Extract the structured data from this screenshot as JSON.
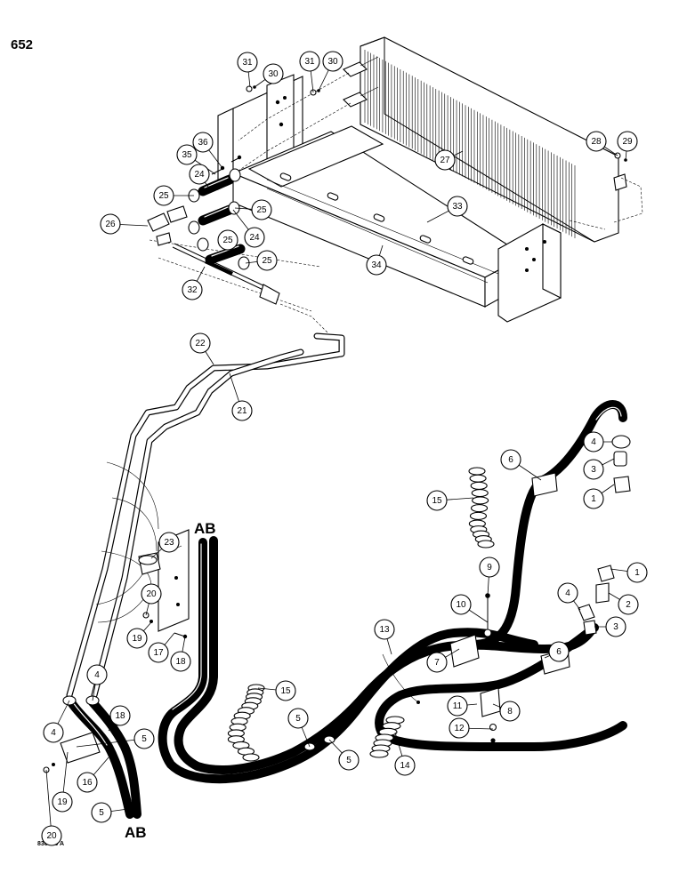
{
  "page": {
    "number": "652",
    "figure_code": "830620 A"
  },
  "hose_labels": {
    "top": "AB",
    "bottom": "AB"
  },
  "callouts": [
    {
      "num": "31",
      "part": "top-left-31"
    },
    {
      "num": "30",
      "part": "top-left-30"
    },
    {
      "num": "31",
      "part": "top-mid-31"
    },
    {
      "num": "30",
      "part": "top-mid-30"
    },
    {
      "num": "28",
      "part": "28"
    },
    {
      "num": "29",
      "part": "29"
    },
    {
      "num": "27",
      "part": "27"
    },
    {
      "num": "36",
      "part": "36"
    },
    {
      "num": "35",
      "part": "35"
    },
    {
      "num": "24",
      "part": "24-upper"
    },
    {
      "num": "25",
      "part": "25-left"
    },
    {
      "num": "25",
      "part": "25-right-upper"
    },
    {
      "num": "26",
      "part": "26"
    },
    {
      "num": "25",
      "part": "25-mid"
    },
    {
      "num": "24",
      "part": "24-lower"
    },
    {
      "num": "25",
      "part": "25-right-lower"
    },
    {
      "num": "33",
      "part": "33"
    },
    {
      "num": "34",
      "part": "34"
    },
    {
      "num": "32",
      "part": "32"
    },
    {
      "num": "22",
      "part": "22"
    },
    {
      "num": "21",
      "part": "21"
    },
    {
      "num": "4",
      "part": "4-upper-right"
    },
    {
      "num": "3",
      "part": "3-upper-right"
    },
    {
      "num": "1",
      "part": "1-upper-right"
    },
    {
      "num": "6",
      "part": "6-upper"
    },
    {
      "num": "15",
      "part": "15-upper"
    },
    {
      "num": "1",
      "part": "1-mid-right"
    },
    {
      "num": "2",
      "part": "2"
    },
    {
      "num": "4",
      "part": "4-mid-right"
    },
    {
      "num": "3",
      "part": "3-mid-right"
    },
    {
      "num": "9",
      "part": "9"
    },
    {
      "num": "10",
      "part": "10"
    },
    {
      "num": "23",
      "part": "23"
    },
    {
      "num": "20",
      "part": "20-upper"
    },
    {
      "num": "19",
      "part": "19-upper"
    },
    {
      "num": "17",
      "part": "17"
    },
    {
      "num": "18",
      "part": "18-upper"
    },
    {
      "num": "13",
      "part": "13"
    },
    {
      "num": "7",
      "part": "7"
    },
    {
      "num": "6",
      "part": "6-lower"
    },
    {
      "num": "11",
      "part": "11"
    },
    {
      "num": "8",
      "part": "8"
    },
    {
      "num": "12",
      "part": "12"
    },
    {
      "num": "15",
      "part": "15-lower"
    },
    {
      "num": "14",
      "part": "14"
    },
    {
      "num": "5",
      "part": "5-center-a"
    },
    {
      "num": "5",
      "part": "5-center-b"
    },
    {
      "num": "4",
      "part": "4-lower-left"
    },
    {
      "num": "4",
      "part": "4-lower-left-b"
    },
    {
      "num": "18",
      "part": "18-lower"
    },
    {
      "num": "5",
      "part": "5-left-upper"
    },
    {
      "num": "16",
      "part": "16"
    },
    {
      "num": "19",
      "part": "19-lower"
    },
    {
      "num": "20",
      "part": "20-lower"
    },
    {
      "num": "5",
      "part": "5-left-lower"
    }
  ]
}
